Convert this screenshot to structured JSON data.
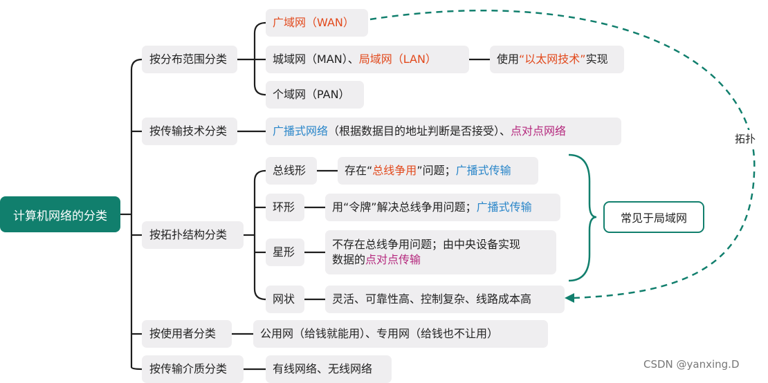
{
  "root": {
    "label": "计算机网络的分类"
  },
  "categories": {
    "range": {
      "label": "按分布范围分类"
    },
    "technique": {
      "label": "按传输技术分类"
    },
    "topology": {
      "label": "按拓扑结构分类"
    },
    "user": {
      "label": "按使用者分类"
    },
    "medium": {
      "label": "按传输介质分类"
    }
  },
  "range": {
    "wan": "广域网（WAN）",
    "man": "城域网（MAN）、",
    "lan": "局域网（LAN）",
    "ethernet": {
      "prefix": "使用",
      "highlight": "“以太网技术”",
      "suffix": "实现"
    },
    "pan": "个域网（PAN）"
  },
  "technique": {
    "broadcast": "广播式网络",
    "middle": "（根据数据目的地址判断是否接受）、",
    "p2p": "点对点网络"
  },
  "topology": {
    "bus": {
      "label": "总线形",
      "desc_prefix": "存在“",
      "desc_highlight": "总线争用",
      "desc_suffix": "”问题；",
      "desc_blue": "广播式传输"
    },
    "ring": {
      "label": "环形",
      "desc_prefix": "用“令牌”解决总线争用问题；",
      "desc_blue": "广播式传输"
    },
    "star": {
      "label": "星形",
      "desc_line1": "不存在总线争用问题；由中央设备实现",
      "desc_line2_prefix": "数据的",
      "desc_line2_purple": "点对点传输"
    },
    "mesh": {
      "label": "网状",
      "desc": "灵活、可靠性高、控制复杂、线路成本高"
    },
    "common_note": "常见于局域网",
    "arrow_label": "拓扑"
  },
  "user": {
    "desc": "公用网（给钱就能用）、专用网（给钱也不让用）"
  },
  "medium": {
    "desc": "有线网络、无线网络"
  },
  "watermark": "CSDN @yanxing.D",
  "colors": {
    "teal": "#117f6d",
    "red": "#e2491c",
    "blue": "#2a86c9",
    "purple": "#b4287d",
    "node_bg": "#efeef0"
  }
}
